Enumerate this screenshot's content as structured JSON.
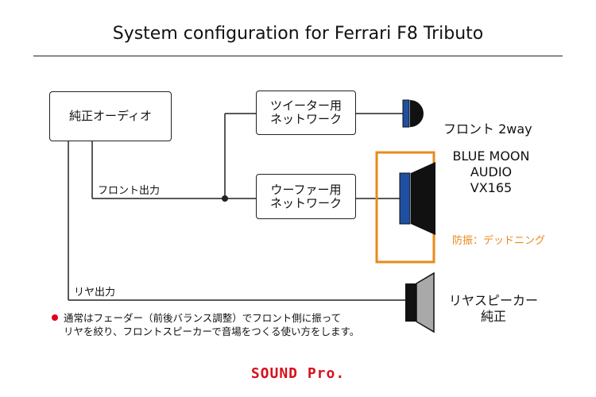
{
  "title": "System configuration for Ferrari F8 Tributo",
  "nodes": {
    "head_unit": "純正オーディオ",
    "tweeter_network": {
      "line1": "ツイーター用",
      "line2": "ネットワーク"
    },
    "woofer_network": {
      "line1": "ウーファー用",
      "line2": "ネットワーク"
    }
  },
  "edges": {
    "front_output": "フロント出力",
    "rear_output": "リヤ出力"
  },
  "labels": {
    "front_system": "フロント 2way",
    "speaker_model": [
      "BLUE MOON",
      "AUDIO",
      "VX165"
    ],
    "deadening": "防振：デッドニング",
    "rear_speaker": [
      "リヤスピーカー",
      "純正"
    ]
  },
  "note": {
    "line1": "通常はフェーダー（前後バランス調整）でフロント側に振って",
    "line2": "リヤを絞り、フロントスピーカーで音場をつくる使い方をします。"
  },
  "logo": "SOUND Pro.",
  "colors": {
    "speaker_blue": "#1f4fa0",
    "speaker_black": "#111111",
    "rear_gray": "#a9a9a9",
    "deadening_orange": "#e88a1a",
    "bullet_red": "#e0001a",
    "logo_red": "#d8101c"
  }
}
